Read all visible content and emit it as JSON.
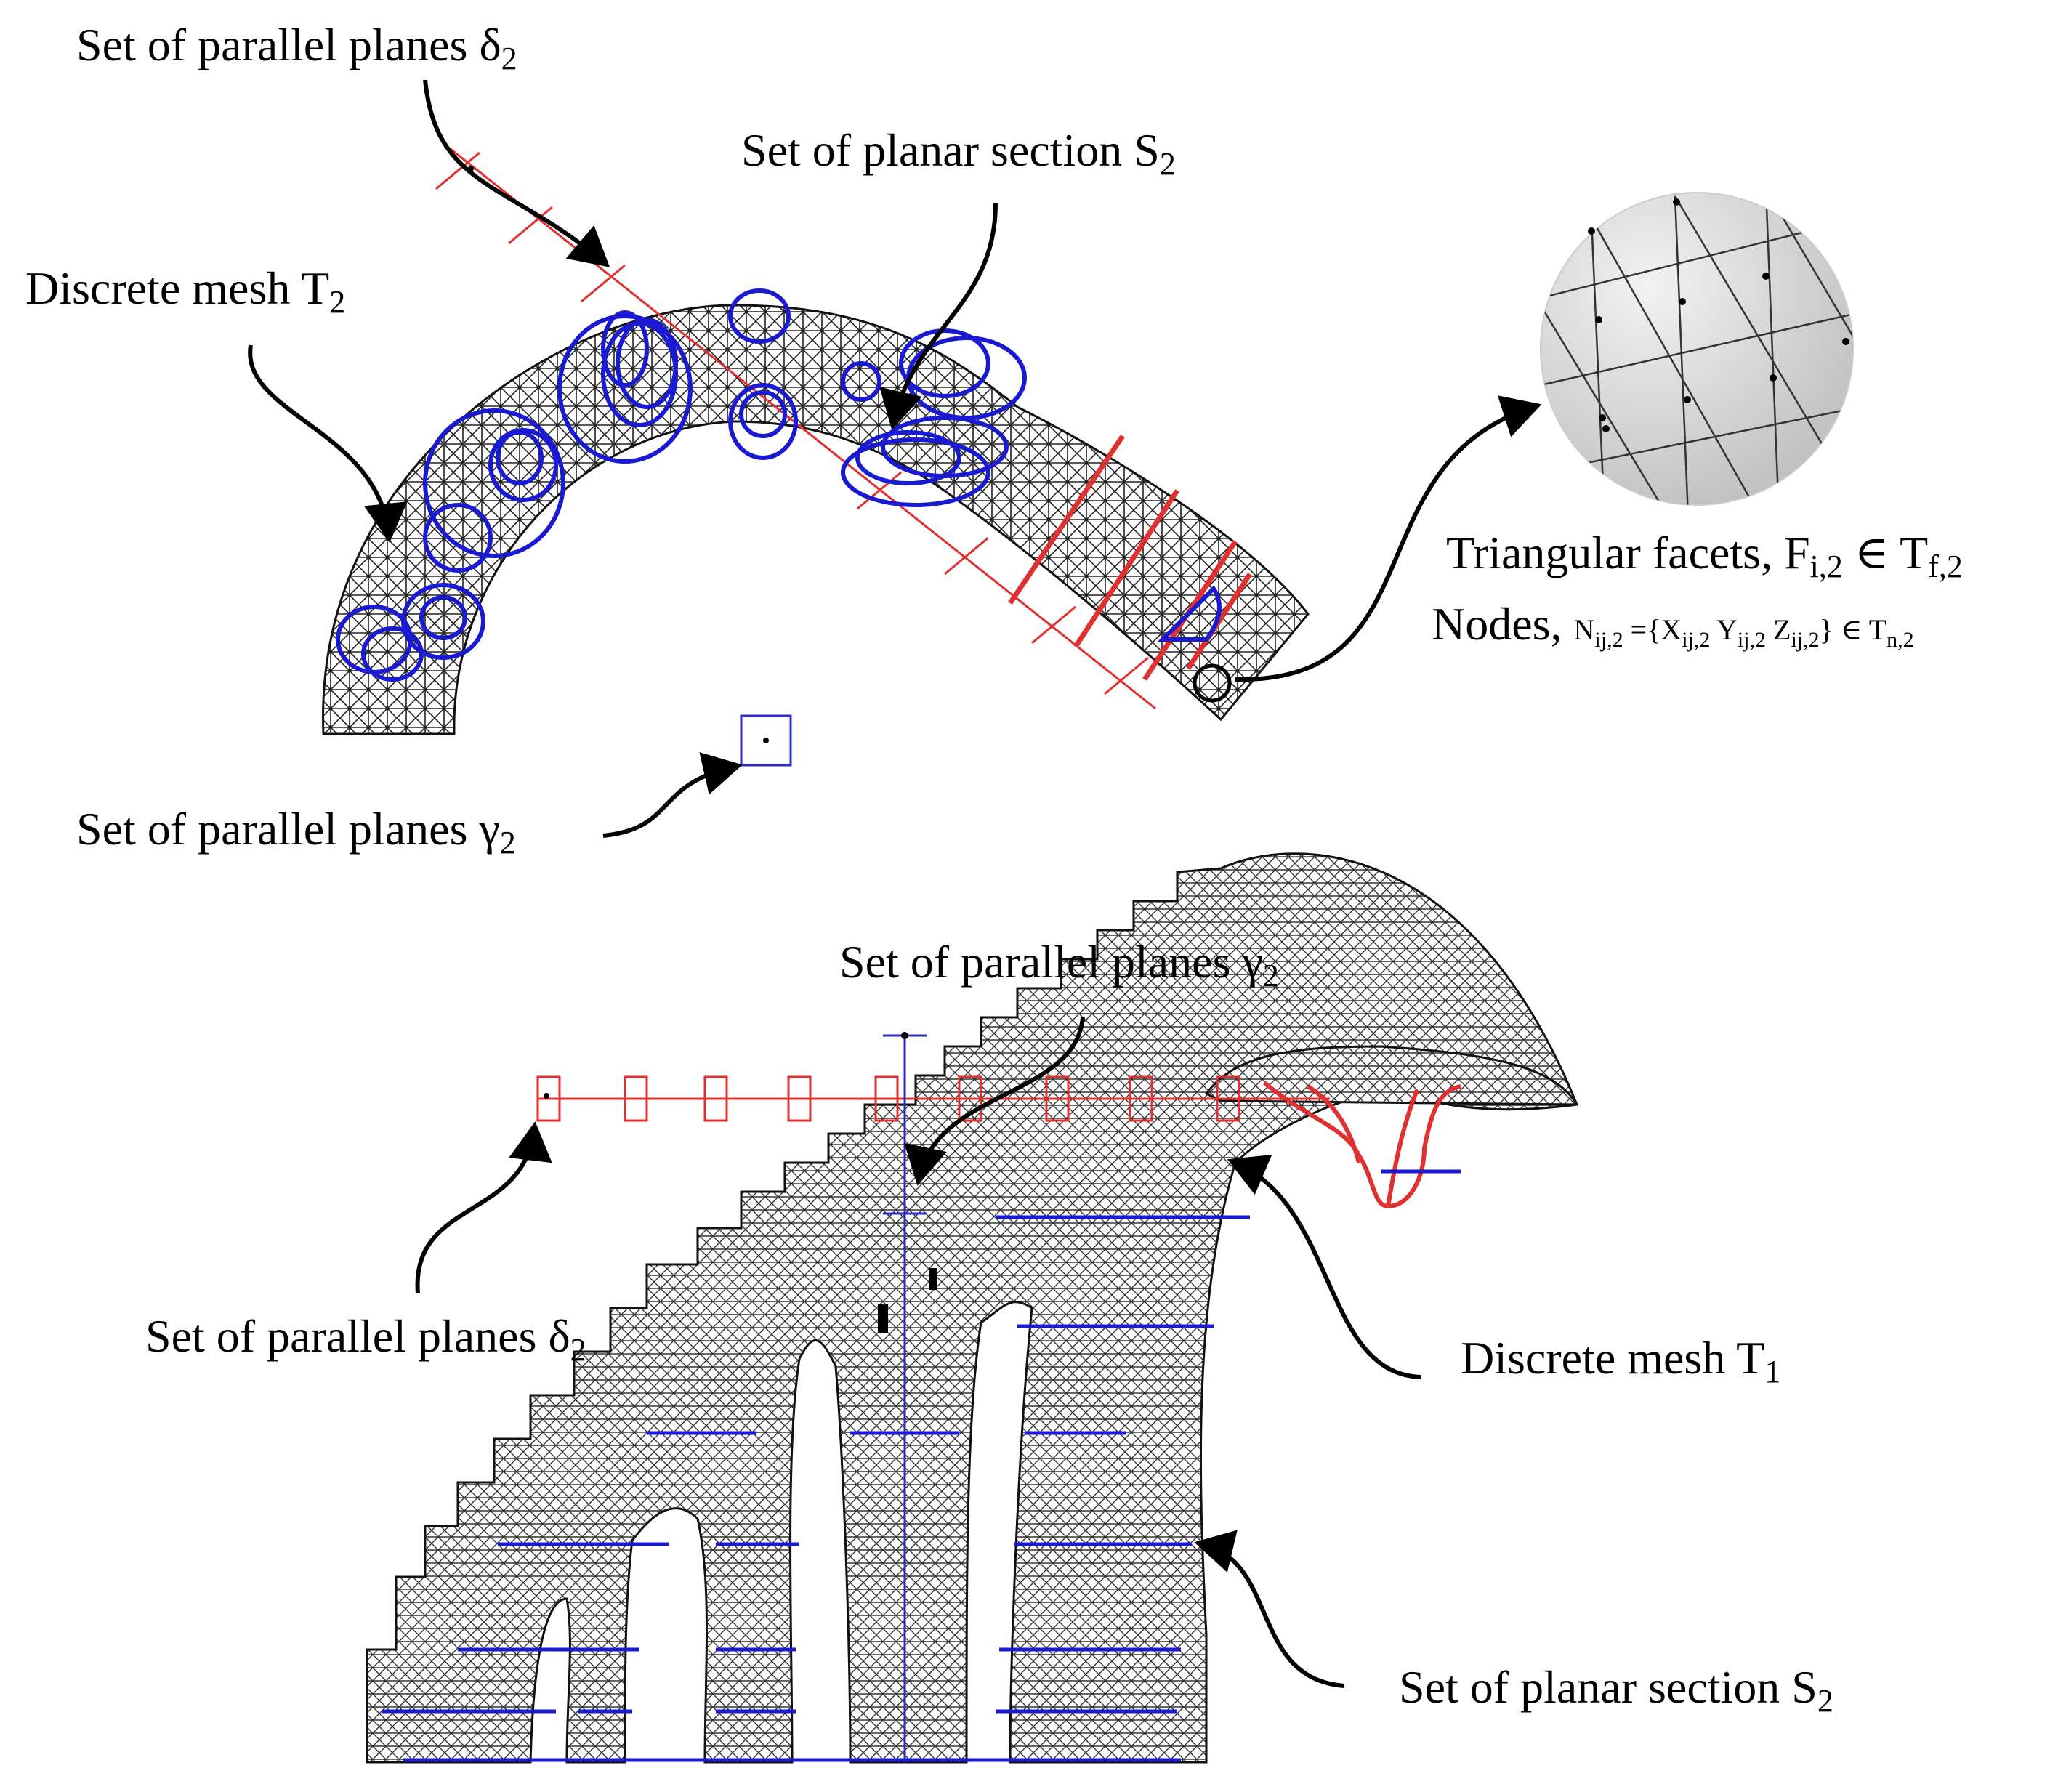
{
  "labels": {
    "top_delta": {
      "text": "Set of parallel planes δ",
      "sub": "2"
    },
    "top_section": {
      "text": "Set of planar section S",
      "sub": "2"
    },
    "top_mesh": {
      "text": "Discrete mesh T",
      "sub": "2"
    },
    "top_gamma": {
      "text": "Set of parallel planes γ",
      "sub": "2"
    },
    "facets": {
      "text": "Triangular facets, F",
      "sub1": "i,2",
      "mid": " ∈ T",
      "sub2": "f,2"
    },
    "nodes": {
      "text": "Nodes, ",
      "expr_a": "N",
      "expr_a_sub": "ij,2",
      "expr_b": " ={X",
      "expr_b_sub": "ij,2",
      "expr_c": " Y",
      "expr_c_sub": "ij,2",
      "expr_d": " Z",
      "expr_d_sub": "ij,2",
      "expr_e": "} ∈ T",
      "expr_e_sub": "n,2"
    },
    "bottom_gamma": {
      "text": "Set of parallel planes γ",
      "sub": "2"
    },
    "bottom_delta": {
      "text": "Set of parallel planes δ",
      "sub": "2"
    },
    "bottom_mesh": {
      "text": "Discrete mesh T",
      "sub": "1"
    },
    "bottom_section": {
      "text": "Set of planar section S",
      "sub": "2"
    }
  },
  "colors": {
    "mesh_fill": "#9a9a9a",
    "section_blue": "#1a1ad0",
    "plane_red": "#e03030",
    "arrow": "#000000",
    "zoom_fill": "#d8d8d8"
  }
}
